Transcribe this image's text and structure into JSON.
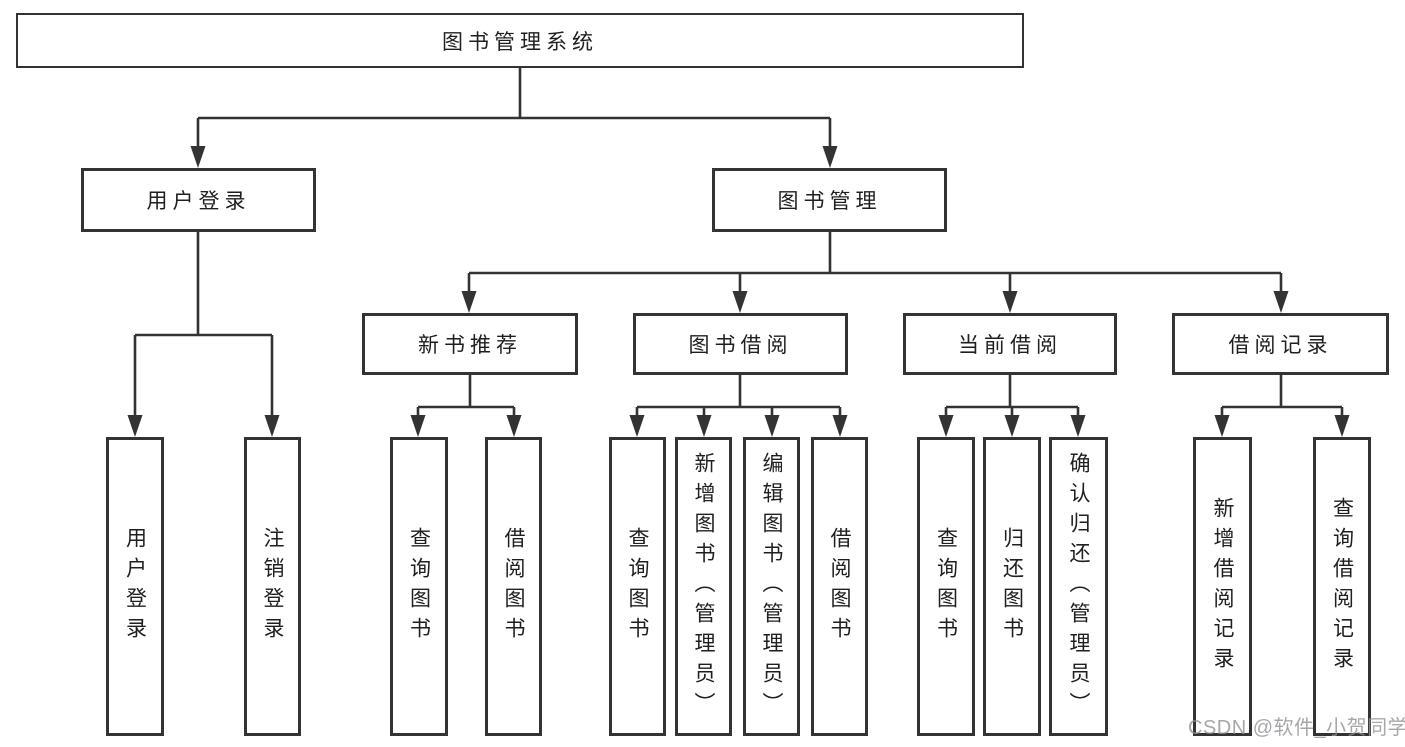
{
  "diagram": {
    "root": "图书管理系统",
    "user": {
      "label": "用户登录",
      "children": [
        "用户登录",
        "注销登录"
      ]
    },
    "book": {
      "label": "图书管理",
      "groups": [
        {
          "label": "新书推荐",
          "children": [
            "查询图书",
            "借阅图书"
          ]
        },
        {
          "label": "图书借阅",
          "children": [
            "查询图书",
            "新增图书（管理员）",
            "编辑图书（管理员）",
            "借阅图书"
          ]
        },
        {
          "label": "当前借阅",
          "children": [
            "查询图书",
            "归还图书",
            "确认归还（管理员）"
          ]
        },
        {
          "label": "借阅记录",
          "children": [
            "新增借阅记录",
            "查询借阅记录"
          ]
        }
      ]
    }
  },
  "watermark": "CSDN @软件_小贺同学",
  "colors": {
    "line": "#333333",
    "text": "#1f1f1f",
    "bg": "#ffffff",
    "watermark": "rgba(145,145,150,0.8)"
  }
}
